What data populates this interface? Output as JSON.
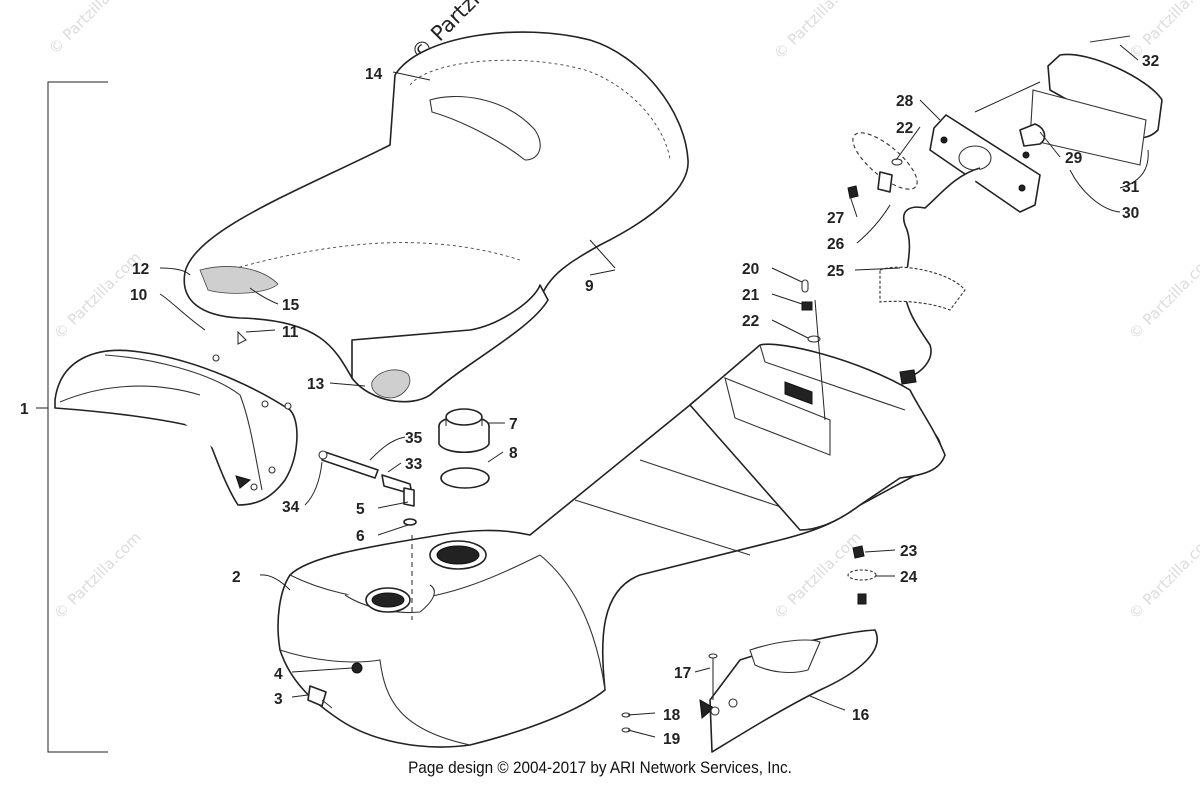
{
  "watermark": {
    "text": "© Partzilla.com"
  },
  "footer": {
    "text": "Page design © 2004-2017 by ARI Network Services, Inc."
  },
  "callouts": {
    "c1": "1",
    "c2": "2",
    "c3": "3",
    "c4": "4",
    "c5": "5",
    "c6": "6",
    "c7": "7",
    "c8": "8",
    "c9": "9",
    "c10": "10",
    "c11": "11",
    "c12": "12",
    "c13": "13",
    "c14": "14",
    "c15": "15",
    "c16": "16",
    "c17": "17",
    "c18": "18",
    "c19": "19",
    "c20": "20",
    "c21": "21",
    "c22a": "22",
    "c22b": "22",
    "c23": "23",
    "c24": "24",
    "c25": "25",
    "c26": "26",
    "c27": "27",
    "c28": "28",
    "c29": "29",
    "c30": "30",
    "c31": "31",
    "c32": "32",
    "c33": "33",
    "c34": "34",
    "c35": "35"
  }
}
